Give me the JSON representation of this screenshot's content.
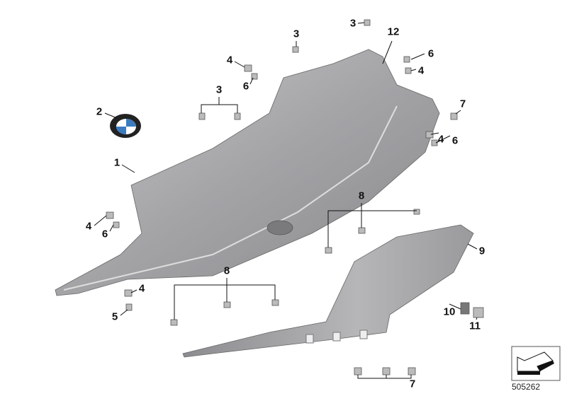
{
  "callouts": [
    {
      "id": "c1",
      "text": "1"
    },
    {
      "id": "c2",
      "text": "2"
    },
    {
      "id": "c3a",
      "text": "3"
    },
    {
      "id": "c3b",
      "text": "3"
    },
    {
      "id": "c3c",
      "text": "3"
    },
    {
      "id": "c4a",
      "text": "4"
    },
    {
      "id": "c4b",
      "text": "4"
    },
    {
      "id": "c4c",
      "text": "4"
    },
    {
      "id": "c4d",
      "text": "4"
    },
    {
      "id": "c4e",
      "text": "4"
    },
    {
      "id": "c5",
      "text": "5"
    },
    {
      "id": "c6a",
      "text": "6"
    },
    {
      "id": "c6b",
      "text": "6"
    },
    {
      "id": "c6c",
      "text": "6"
    },
    {
      "id": "c6d",
      "text": "6"
    },
    {
      "id": "c7a",
      "text": "7"
    },
    {
      "id": "c7b",
      "text": "7"
    },
    {
      "id": "c8a",
      "text": "8"
    },
    {
      "id": "c8b",
      "text": "8"
    },
    {
      "id": "c9",
      "text": "9"
    },
    {
      "id": "c10",
      "text": "10"
    },
    {
      "id": "c11",
      "text": "11"
    },
    {
      "id": "c12",
      "text": "12"
    }
  ],
  "diagram_number": "505262",
  "colors": {
    "part": "#a9a9ab",
    "part_dark": "#7d7d80",
    "line": "#111111"
  }
}
